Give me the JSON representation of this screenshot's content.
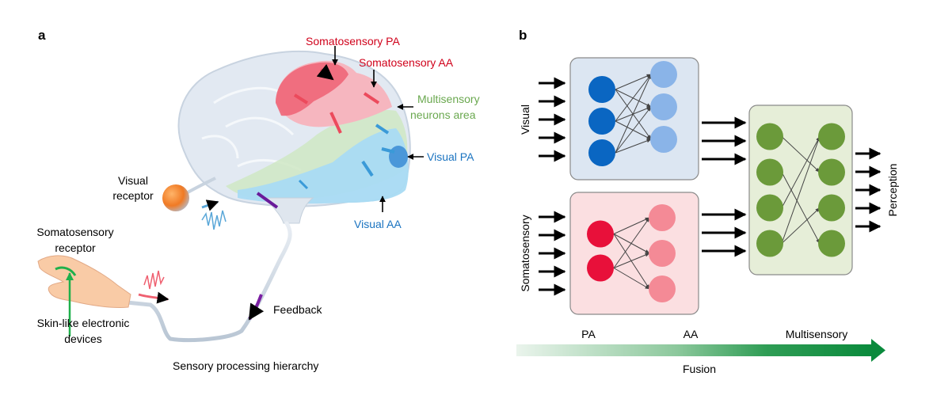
{
  "panel_a": {
    "letter": "a",
    "caption": "Sensory processing hierarchy",
    "labels": {
      "somatosensory_pa": "Somatosensory PA",
      "somatosensory_aa": "Somatosensory AA",
      "multisensory_line1": "Multisensory",
      "multisensory_line2": "neurons area",
      "visual_pa": "Visual PA",
      "visual_aa": "Visual AA",
      "visual_receptor_line1": "Visual",
      "visual_receptor_line2": "receptor",
      "somatosensory_receptor_line1": "Somatosensory",
      "somatosensory_receptor_line2": "receptor",
      "skin_device_line1": "Skin-like electronic",
      "skin_device_line2": "devices",
      "feedback": "Feedback"
    },
    "colors": {
      "somatosensory": "#d0021b",
      "multisensory": "#6aa84f",
      "visual": "#1a73c0"
    }
  },
  "panel_b": {
    "letter": "b",
    "visual_label": "Visual",
    "somatosensory_label": "Somatosensory",
    "perception_label": "Perception",
    "stages": [
      "PA",
      "AA",
      "Multisensory"
    ],
    "fusion_label": "Fusion",
    "visual_block": {
      "pa_nodes": 3,
      "aa_nodes": 3,
      "inputs": 5,
      "outputs": 3
    },
    "somatosensory_block": {
      "pa_nodes": 2,
      "aa_nodes": 3,
      "inputs": 5,
      "outputs": 3
    },
    "multisensory_block": {
      "left_nodes": 4,
      "right_nodes": 4,
      "outputs": 5
    },
    "colors": {
      "visual_pa": "#0a66c2",
      "visual_aa": "#8ab4e8",
      "visual_box": "#dce6f2",
      "soma_pa": "#e8103a",
      "soma_aa": "#f48a96",
      "soma_box": "#fbdfe1",
      "multi_node": "#6b9a3a",
      "multi_box": "#e6eed8",
      "fusion_arrow": "#0a8a3c"
    }
  }
}
